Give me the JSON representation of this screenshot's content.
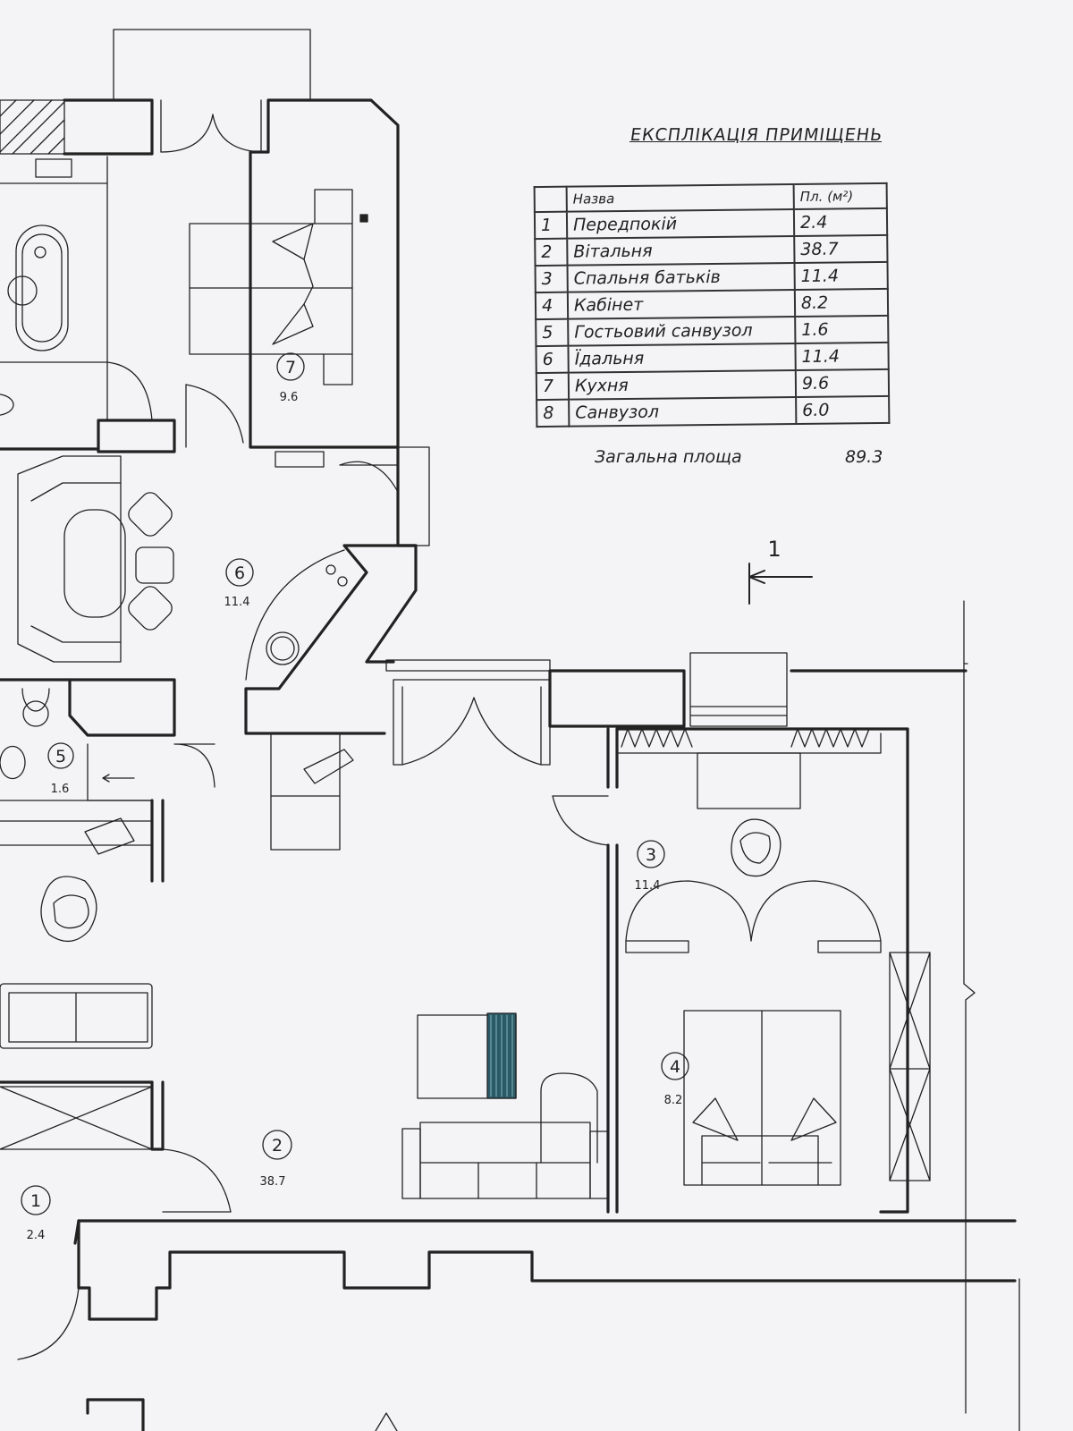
{
  "explication": {
    "title": "ЕКСПЛІКАЦІЯ ПРИМІЩЕНЬ",
    "header": {
      "num": "",
      "name": "Назва",
      "area": "Пл. (м²)"
    },
    "rows": [
      {
        "num": "1",
        "name": "Передпокій",
        "area": "2.4"
      },
      {
        "num": "2",
        "name": "Вітальня",
        "area": "38.7"
      },
      {
        "num": "3",
        "name": "Спальня батьків",
        "area": "11.4"
      },
      {
        "num": "4",
        "name": "Кабінет",
        "area": "8.2"
      },
      {
        "num": "5",
        "name": "Гостьовий санвузол",
        "area": "1.6"
      },
      {
        "num": "6",
        "name": "Їдальня",
        "area": "11.4"
      },
      {
        "num": "7",
        "name": "Кухня",
        "area": "9.6"
      },
      {
        "num": "8",
        "name": "Санвузол",
        "area": "6.0"
      }
    ],
    "total_label": "Загальна площа",
    "total_value": "89.3"
  },
  "plan": {
    "section_mark": "1",
    "rooms": {
      "r1": {
        "num": "1",
        "area": "2.4"
      },
      "r2": {
        "num": "2",
        "area": "38.7"
      },
      "r3": {
        "num": "3",
        "area": "11.4"
      },
      "r4": {
        "num": "4",
        "area": "8.2"
      },
      "r5": {
        "num": "5",
        "area": "1.6"
      },
      "r6": {
        "num": "6",
        "area": "11.4"
      },
      "r7": {
        "num": "7",
        "area": "9.6"
      }
    }
  }
}
